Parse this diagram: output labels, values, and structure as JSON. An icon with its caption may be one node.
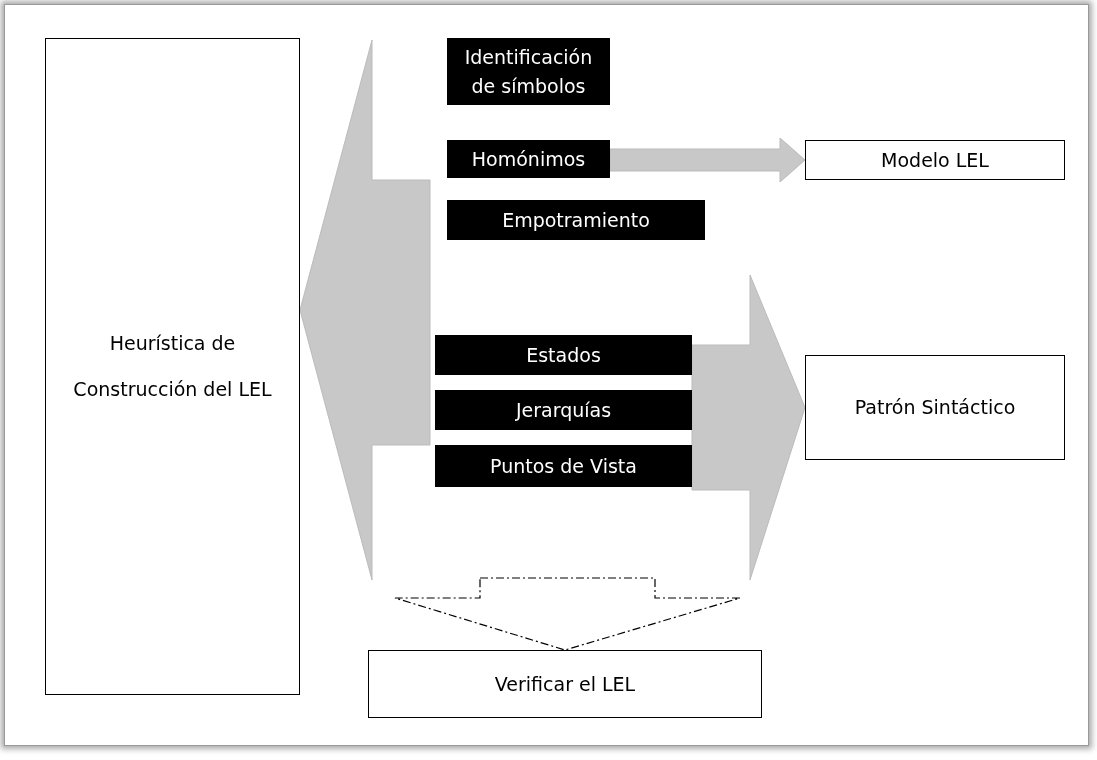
{
  "diagram": {
    "nodes": [
      {
        "text": [
          "Heurística de Construcción del LEL"
        ]
      },
      {
        "text": [
          "Identificación de símbolos"
        ]
      },
      {
        "text": [
          "Homónimos"
        ]
      },
      {
        "text": [
          "Empotramiento"
        ]
      },
      {
        "text": [
          "Estados"
        ]
      },
      {
        "text": [
          "Jerarquías"
        ]
      },
      {
        "text": [
          "Puntos de Vista"
        ]
      },
      {
        "text": [
          "Modelo LEL"
        ]
      },
      {
        "text": [
          "Patrón Sintáctico"
        ]
      },
      {
        "text": [
          "Verificar el LEL"
        ]
      }
    ],
    "edges": [
      {
        "from": null,
        "to": 0,
        "arrow": "to"
      },
      {
        "from": 2,
        "to": 7,
        "arrow": "to"
      },
      {
        "from": 4,
        "to": 8,
        "arrow": "to"
      },
      {
        "from": 5,
        "to": 8,
        "arrow": "to"
      },
      {
        "from": 6,
        "to": 8,
        "arrow": "to"
      },
      {
        "from": null,
        "to": 9,
        "arrow": "to",
        "style": "dashed"
      }
    ]
  }
}
